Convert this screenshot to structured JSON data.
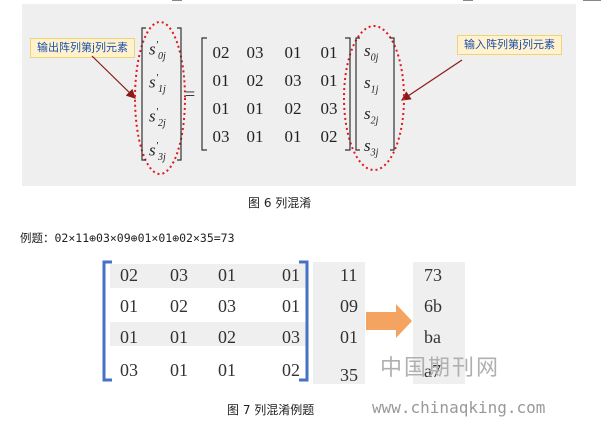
{
  "figure6": {
    "label_output": "输出阵列第j列元素",
    "label_input": "输入阵列第j列元素",
    "equals": "=",
    "output_vector": [
      {
        "base": "s",
        "prime": "'",
        "sub": "0j"
      },
      {
        "base": "s",
        "prime": "'",
        "sub": "1j"
      },
      {
        "base": "s",
        "prime": "'",
        "sub": "2j"
      },
      {
        "base": "s",
        "prime": "'",
        "sub": "3j"
      }
    ],
    "matrix": [
      [
        "02",
        "03",
        "01",
        "01"
      ],
      [
        "01",
        "02",
        "03",
        "01"
      ],
      [
        "01",
        "01",
        "02",
        "03"
      ],
      [
        "03",
        "01",
        "01",
        "02"
      ]
    ],
    "input_vector": [
      {
        "base": "s",
        "sub": "0j"
      },
      {
        "base": "s",
        "sub": "1j"
      },
      {
        "base": "s",
        "sub": "2j"
      },
      {
        "base": "s",
        "sub": "3j"
      }
    ],
    "caption": "图 6 列混淆",
    "colors": {
      "ellipse": "#e0181f",
      "arrow": "#8b1a1a",
      "label_bg": "#fff2cc",
      "label_text": "#1a4fb0"
    }
  },
  "example": {
    "text": "例题：02×11⊕03×09⊕01×01⊕02×35=73"
  },
  "figure7": {
    "matrix": [
      [
        "02",
        "03",
        "01",
        "01"
      ],
      [
        "01",
        "02",
        "03",
        "01"
      ],
      [
        "01",
        "01",
        "02",
        "03"
      ],
      [
        "03",
        "01",
        "01",
        "02"
      ]
    ],
    "column": [
      "11",
      "09",
      "01",
      "35"
    ],
    "result": [
      "73",
      "6b",
      "ba",
      "a7"
    ],
    "caption": "图 7 列混淆例题",
    "colors": {
      "bracket": "#4472c4",
      "arrow": "#f4a460"
    }
  },
  "watermark": {
    "cn": "中国期刊网",
    "url": "www.chinaqking.com"
  }
}
